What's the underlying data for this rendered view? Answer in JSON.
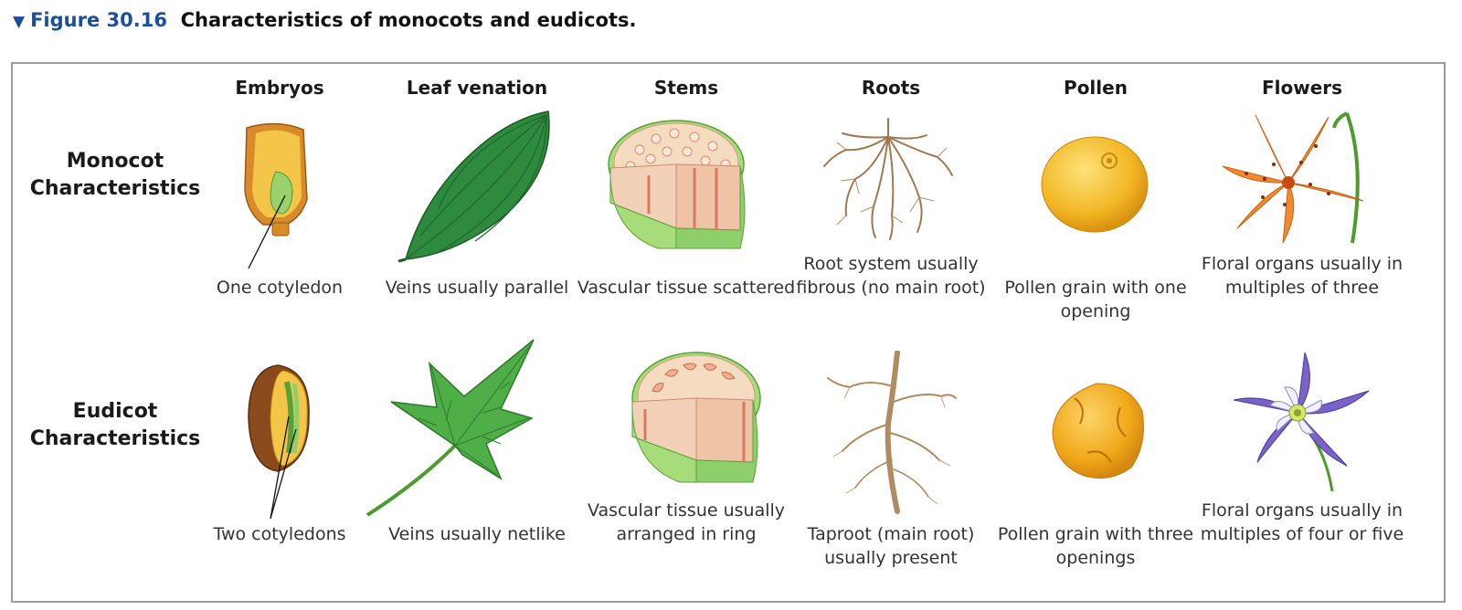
{
  "figure": {
    "number": "Figure 30.16",
    "title": "Characteristics of monocots and eudicots."
  },
  "columns": [
    "Embryos",
    "Leaf venation",
    "Stems",
    "Roots",
    "Pollen",
    "Flowers"
  ],
  "rows": {
    "monocot": {
      "label": "Monocot Characteristics",
      "captions": [
        "One cotyledon",
        "Veins usually parallel",
        "Vascular tissue scattered",
        "Root system usually fibrous (no main root)",
        "Pollen grain with one opening",
        "Floral organs usually in multiples of three"
      ]
    },
    "eudicot": {
      "label": "Eudicot Characteristics",
      "captions": [
        "Two cotyledons",
        "Veins usually netlike",
        "Vascular tissue usually arranged in ring",
        "Taproot (main root) usually present",
        "Pollen grain with three openings",
        "Floral organs usually in multiples of four or five"
      ]
    }
  },
  "colors": {
    "figure_number": "#1b4f9c",
    "border": "#9c9c9c",
    "leaf_green": "#2e8b3e",
    "stem_green": "#8fcf6a",
    "root_brown": "#a07850",
    "pollen_yellow": "#f0b020",
    "monocot_flower": "#f08a30",
    "eudicot_flower": "#7a62c8"
  }
}
